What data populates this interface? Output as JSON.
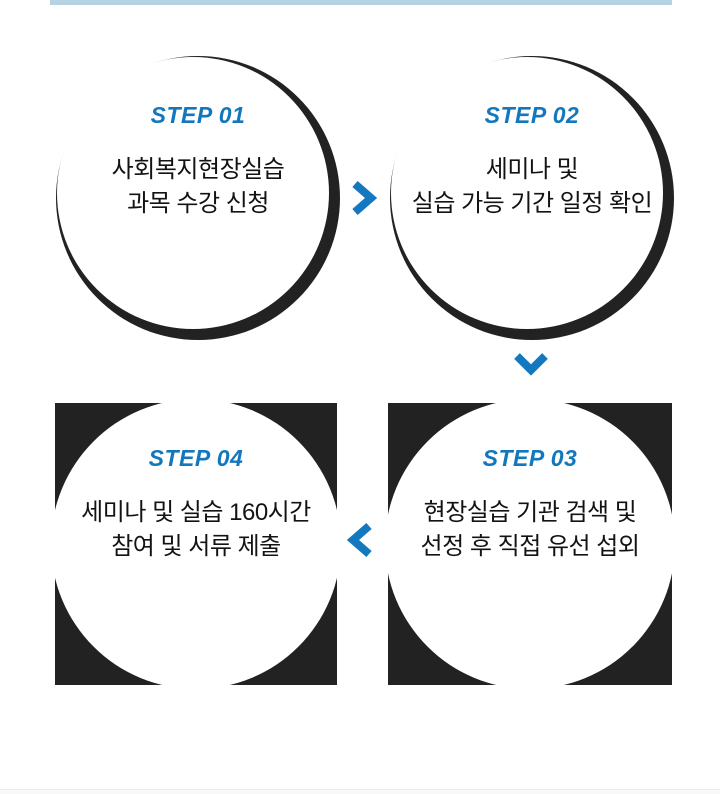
{
  "page": {
    "top_bar_color": "#b7d3e3",
    "bottom_strip_color": "#f8f8f9"
  },
  "theme": {
    "accent_blue": "#1478be",
    "label_blue": "#1377bd",
    "dark": "#222222",
    "text": "#131313"
  },
  "flow": {
    "steps": [
      {
        "label": "STEP 01",
        "line1": "사회복지현장실습",
        "line2": "과목 수강 신청",
        "shape": "crescent-circle"
      },
      {
        "label": "STEP 02",
        "line1": "세미나 및",
        "line2": "실습 가능 기간 일정 확인",
        "shape": "crescent-circle"
      },
      {
        "label": "STEP 03",
        "line1": "현장실습 기관 검색 및",
        "line2": "선정 후 직접 유선 섭외",
        "shape": "circle-on-square"
      },
      {
        "label": "STEP 04",
        "line1": "세미나 및 실습 160시간",
        "line2": "참여 및 서류 제출",
        "shape": "circle-on-square"
      }
    ],
    "arrows": [
      {
        "direction": "right",
        "from": "STEP 01",
        "to": "STEP 02"
      },
      {
        "direction": "down",
        "from": "STEP 02",
        "to": "STEP 03"
      },
      {
        "direction": "left",
        "from": "STEP 03",
        "to": "STEP 04"
      }
    ]
  }
}
